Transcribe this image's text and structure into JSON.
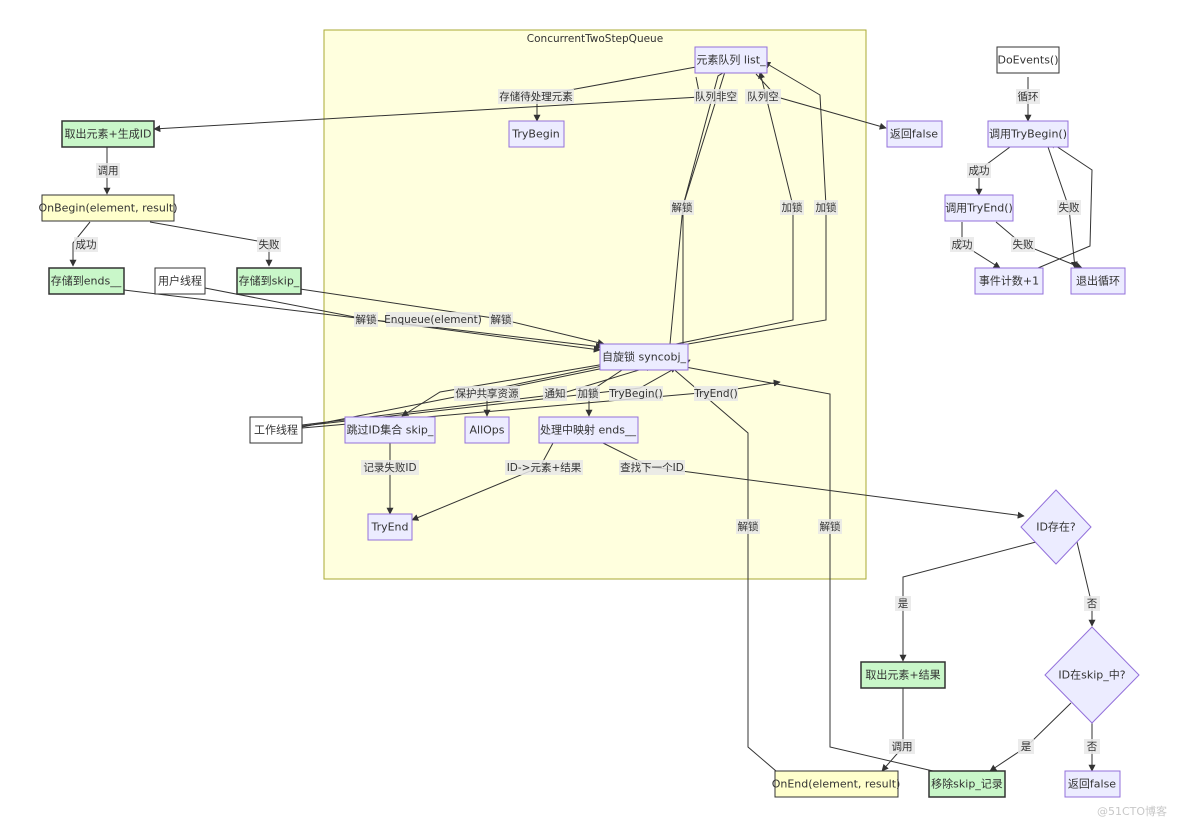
{
  "cluster": {
    "title": "ConcurrentTwoStepQueue"
  },
  "nodes": {
    "list": "元素队列 list_",
    "trybegin_inner": "TryBegin",
    "take_id": "取出元素+生成ID",
    "onbegin": "OnBegin(element, result)",
    "store_ends": "存储到ends__",
    "user_thread": "用户线程",
    "store_skip": "存储到skip_",
    "return_false_top": "返回false",
    "doevents": "DoEvents()",
    "call_trybegin": "调用TryBegin()",
    "call_tryend": "调用TryEnd()",
    "event_count": "事件计数+1",
    "exit_loop": "退出循环",
    "spinlock": "自旋锁 syncobj_",
    "worker_thread": "工作线程",
    "skip_set": "跳过ID集合 skip_",
    "allops": "AllOps",
    "process_ends": "处理中映射 ends__",
    "tryend_inner": "TryEnd",
    "id_exists": "ID存在?",
    "take_result": "取出元素+结果",
    "id_in_skip": "ID在skip_中?",
    "onend": "OnEnd(element, result)",
    "remove_skip": "移除skip_记录",
    "return_false_bottom": "返回false"
  },
  "labels": {
    "store_pending": "存储待处理元素",
    "queue_nonempty": "队列非空",
    "queue_empty": "队列空",
    "call1": "调用",
    "success1": "成功",
    "fail1": "失败",
    "unlock_a": "解锁",
    "enqueue": "Enqueue(element)",
    "unlock_b": "解锁",
    "unlock_c": "解锁",
    "lock_a": "加锁",
    "lock_b": "加锁",
    "loop": "循环",
    "success2": "成功",
    "fail2": "失败",
    "success3": "成功",
    "fail3": "失败",
    "protect": "保护共享资源",
    "notify": "通知",
    "lock_c": "加锁",
    "trybegin_call": "TryBegin()",
    "tryend_call": "TryEnd()",
    "record_fail": "记录失败ID",
    "id_to_elem": "ID->元素+结果",
    "find_next": "查找下一个ID",
    "unlock_d": "解锁",
    "unlock_e": "解锁",
    "yes1": "是",
    "no1": "否",
    "call2": "调用",
    "yes2": "是",
    "no2": "否"
  },
  "watermark": "@51CTO博客"
}
